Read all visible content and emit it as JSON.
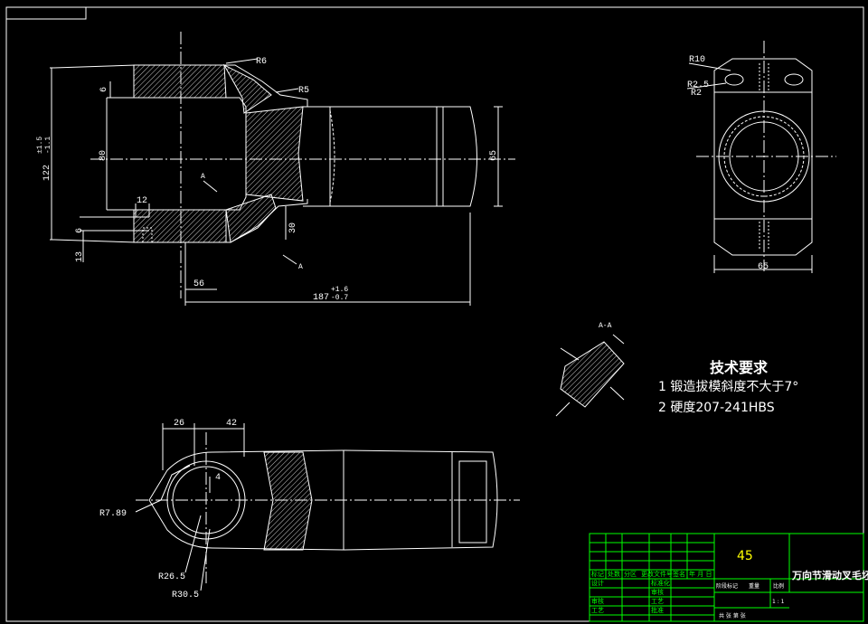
{
  "annotations": {
    "r6": "R6",
    "r5": "R5",
    "r10": "R10",
    "r2_5": "R2.5",
    "r2": "R2",
    "d6_top": "6",
    "d80": "80",
    "d122": "122",
    "d122_tol_up": "±1.5",
    "d122_tol_low": "-1.1",
    "d65_front": "65",
    "d65_side": "65",
    "d12": "12",
    "d6_low": "6",
    "d13": "13",
    "d30": "30",
    "d56": "56",
    "d187": "187",
    "d187_tol_up": "+1.6",
    "d187_tol_low": "-0.7",
    "mark_a1": "A",
    "mark_a2": "A",
    "section_aa": "A-A",
    "d26": "26",
    "d42": "42",
    "d4": "4",
    "r7_89": "R7.89",
    "r26_5": "R26.5",
    "r30_5": "R30.5"
  },
  "requirements": {
    "title": "技术要求",
    "item1": "1  锻造拔模斜度不大于7°",
    "item2": "2  硬度207-241HBS"
  },
  "title_block": {
    "material": "45",
    "drawing_name": "万向节滑动叉毛坯图",
    "h_mark": "标记",
    "h_count": "处数",
    "h_zone": "分区",
    "h_doc": "更改文件号",
    "h_sign": "签名",
    "h_date": "年 月 日",
    "design": "设计",
    "standardize": "标准化",
    "review": "审核",
    "process": "工艺",
    "check": "审核",
    "craft": "工艺",
    "approve": "批准",
    "stage": "阶段标记",
    "weight": "重量",
    "scale": "比例",
    "ratio": "1 : 1",
    "sheets": "共  张  第  张"
  }
}
